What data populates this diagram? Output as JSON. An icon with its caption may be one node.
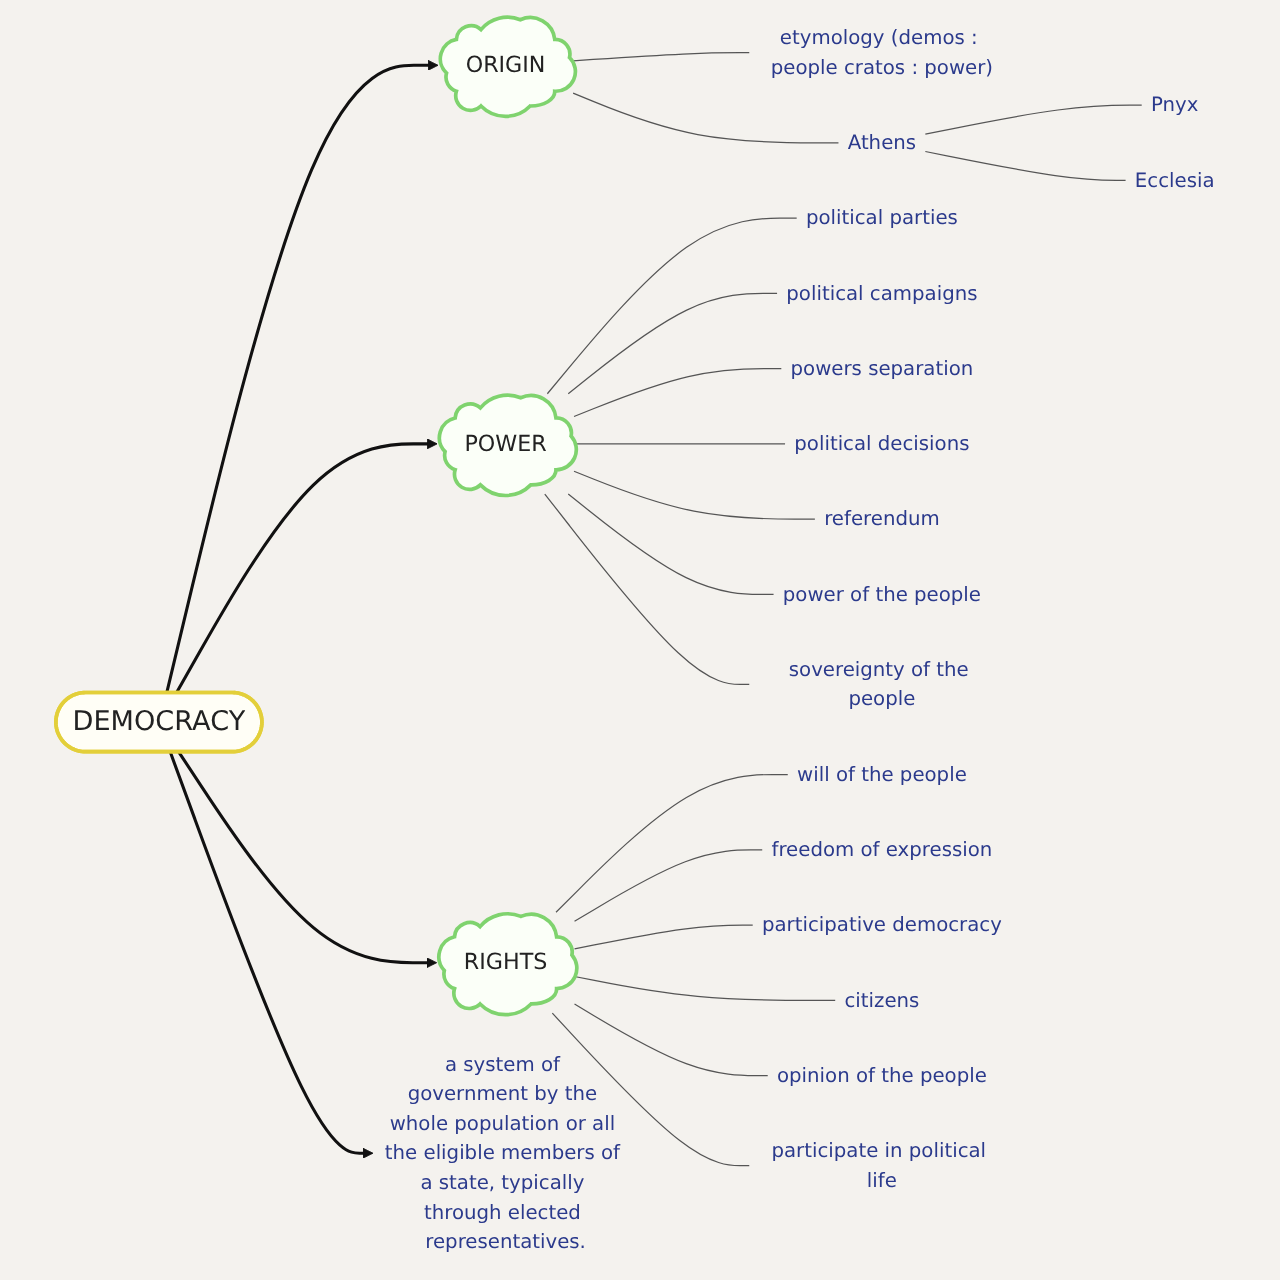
{
  "diagram": {
    "nodes": [
      {
        "text": [
          "DEMOCRACY"
        ]
      },
      {
        "text": [
          "ORIGIN"
        ]
      },
      {
        "text": [
          "etymology (demos : people cratos : power)"
        ]
      },
      {
        "text": [
          "Athens"
        ]
      },
      {
        "text": [
          "Pnyx"
        ]
      },
      {
        "text": [
          "Ecclesia"
        ]
      },
      {
        "text": [
          "POWER"
        ]
      },
      {
        "text": [
          "political parties"
        ]
      },
      {
        "text": [
          "political campaigns"
        ]
      },
      {
        "text": [
          "powers separation"
        ]
      },
      {
        "text": [
          "political decisions"
        ]
      },
      {
        "text": [
          "referendum"
        ]
      },
      {
        "text": [
          "power of the people"
        ]
      },
      {
        "text": [
          "sovereignty of the people"
        ]
      },
      {
        "text": [
          "RIGHTS"
        ]
      },
      {
        "text": [
          "will of the people"
        ]
      },
      {
        "text": [
          "freedom of expression"
        ]
      },
      {
        "text": [
          "participative democracy"
        ]
      },
      {
        "text": [
          "citizens"
        ]
      },
      {
        "text": [
          "opinion of the people"
        ]
      },
      {
        "text": [
          "participate in political life"
        ]
      },
      {
        "text": [
          "a system of government by the whole population or all the eligible members of a state, typically through elected representatives."
        ]
      }
    ],
    "edges": [
      {
        "from": 0,
        "to": 1,
        "arrow": "to"
      },
      {
        "from": 1,
        "to": 2,
        "arrow": "none"
      },
      {
        "from": 1,
        "to": 3,
        "arrow": "none"
      },
      {
        "from": 3,
        "to": 4,
        "arrow": "none"
      },
      {
        "from": 3,
        "to": 5,
        "arrow": "none"
      },
      {
        "from": 0,
        "to": 6,
        "arrow": "to"
      },
      {
        "from": 6,
        "to": 7,
        "arrow": "none"
      },
      {
        "from": 6,
        "to": 8,
        "arrow": "none"
      },
      {
        "from": 6,
        "to": 9,
        "arrow": "none"
      },
      {
        "from": 6,
        "to": 10,
        "arrow": "none"
      },
      {
        "from": 6,
        "to": 11,
        "arrow": "none"
      },
      {
        "from": 6,
        "to": 12,
        "arrow": "none"
      },
      {
        "from": 6,
        "to": 13,
        "arrow": "none"
      },
      {
        "from": 0,
        "to": 14,
        "arrow": "to"
      },
      {
        "from": 14,
        "to": 15,
        "arrow": "none"
      },
      {
        "from": 14,
        "to": 16,
        "arrow": "none"
      },
      {
        "from": 14,
        "to": 17,
        "arrow": "none"
      },
      {
        "from": 14,
        "to": 18,
        "arrow": "none"
      },
      {
        "from": 14,
        "to": 19,
        "arrow": "none"
      },
      {
        "from": 14,
        "to": 20,
        "arrow": "none"
      },
      {
        "from": 0,
        "to": 21,
        "arrow": "to"
      }
    ]
  }
}
